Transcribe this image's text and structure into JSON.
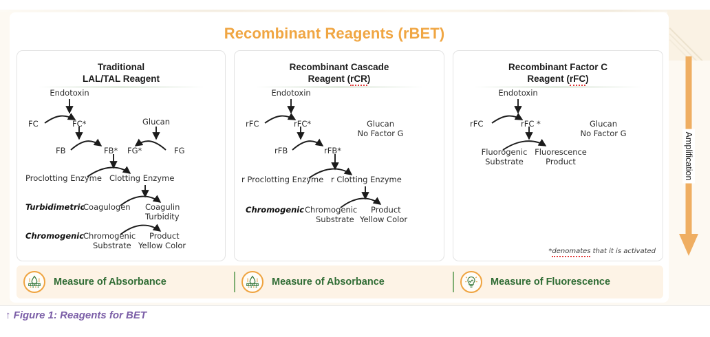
{
  "figure": {
    "title": "Recombinant Reagents (rBET)",
    "caption": "↑ Figure 1: Reagents for BET",
    "amplification_label": "Amplification",
    "colors": {
      "title_orange": "#f0a643",
      "panel_border": "#e3e3e3",
      "divider_green": "#6f9c63",
      "measure_bar_bg": "#fdf3e6",
      "measure_text_green": "#2e6b33",
      "icon_ring_orange": "#efa33f",
      "caption_purple": "#7b5ea7",
      "spellcheck_red": "#e23b3b"
    }
  },
  "panels": [
    {
      "heading_line1": "Traditional",
      "heading_line2": "LAL/TAL Reagent",
      "heading_spellcheck": "",
      "nodes": {
        "endotoxin": "Endotoxin",
        "fc": "FC",
        "fc_star": "FC*",
        "fb": "FB",
        "fb_star": "FB*",
        "fg_star": "FG*",
        "fg": "FG",
        "glucan": "Glucan",
        "proclotting": "Proclotting Enzyme",
        "clotting": "Clotting Enzyme",
        "turbidimetric": "Turbidimetric",
        "coagulogen": "Coagulogen",
        "coagulin": "Coagulin",
        "turbidity": "Turbidity",
        "chromogenic_label": "Chromogenic",
        "chromogenic_sub1": "Chromogenic",
        "chromogenic_sub2": "Substrate",
        "product": "Product",
        "yellow_color": "Yellow Color"
      }
    },
    {
      "heading_line1": "Recombinant Cascade",
      "heading_line2_pre": "Reagent (",
      "heading_line2_err": "rCR",
      "heading_line2_post": ")",
      "nodes": {
        "endotoxin": "Endotoxin",
        "rfc": "rFC",
        "rfc_star": "rFC*",
        "rfb": "rFB",
        "rfb_star": "rFB*",
        "glucan": "Glucan",
        "no_factor_g": "No Factor G",
        "proclotting": "r Proclotting Enzyme",
        "clotting": "r Clotting Enzyme",
        "chromogenic_label": "Chromogenic",
        "chromogenic_sub1": "Chromogenic",
        "chromogenic_sub2": "Substrate",
        "product": "Product",
        "yellow_color": "Yellow Color"
      }
    },
    {
      "heading_line1": "Recombinant Factor C",
      "heading_line2_pre": "Reagent (",
      "heading_line2_err": "rFC",
      "heading_line2_post": ")",
      "nodes": {
        "endotoxin": "Endotoxin",
        "rfc": "rFC",
        "rfc_star": "rFC *",
        "glucan": "Glucan",
        "no_factor_g": "No Factor G",
        "fluorogenic1": "Fluorogenic",
        "fluorogenic2": "Substrate",
        "fluorescence1": "Fluorescence",
        "fluorescence2": "Product"
      },
      "footnote_pre": "*",
      "footnote_err": "denomates",
      "footnote_post": " that it is activated"
    }
  ],
  "measure_bar": [
    {
      "icon": "absorbance-droplet-icon",
      "label": "Measure of Absorbance"
    },
    {
      "icon": "absorbance-droplet-icon",
      "label": "Measure of Absorbance"
    },
    {
      "icon": "fluorescence-bulb-icon",
      "label": "Measure of Fluorescence"
    }
  ]
}
